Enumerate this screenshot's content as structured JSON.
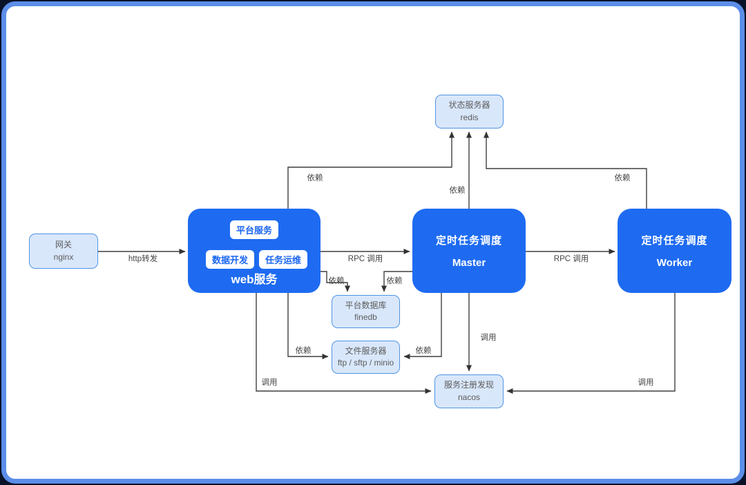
{
  "diagram": {
    "nodes": {
      "gateway": {
        "title": "网关",
        "subtitle": "nginx"
      },
      "web": {
        "title": "web服务",
        "tags": {
          "platform": "平台服务",
          "data_dev": "数据开发",
          "task_ops": "任务运维"
        }
      },
      "master": {
        "title": "定时任务调度",
        "subtitle": "Master"
      },
      "worker": {
        "title": "定时任务调度",
        "subtitle": "Worker"
      },
      "redis": {
        "title": "状态服务器",
        "subtitle": "redis"
      },
      "finedb": {
        "title": "平台数据库",
        "subtitle": "finedb"
      },
      "fileserver": {
        "title": "文件服务器",
        "subtitle": "ftp / sftp / minio"
      },
      "nacos": {
        "title": "服务注册发现",
        "subtitle": "nacos"
      }
    },
    "edge_labels": {
      "http_forward": "http转发",
      "rpc_web_master": "RPC 调用",
      "rpc_master_worker": "RPC 调用",
      "dep_web_redis": "依赖",
      "dep_master_redis": "依赖",
      "dep_worker_redis": "依赖",
      "dep_web_finedb": "依赖",
      "dep_master_finedb": "依赖",
      "dep_web_fileserver": "依赖",
      "dep_master_fileserver": "依赖",
      "call_master_nacos": "调用",
      "call_web_nacos": "调用",
      "call_worker_nacos": "调用"
    },
    "colors": {
      "primary_blue": "#1e6bf1",
      "light_node_fill": "#d9e7fb",
      "light_node_border": "#4e94e2",
      "wire": "#3f3f3f",
      "frame_border": "#5c8ee9"
    }
  }
}
